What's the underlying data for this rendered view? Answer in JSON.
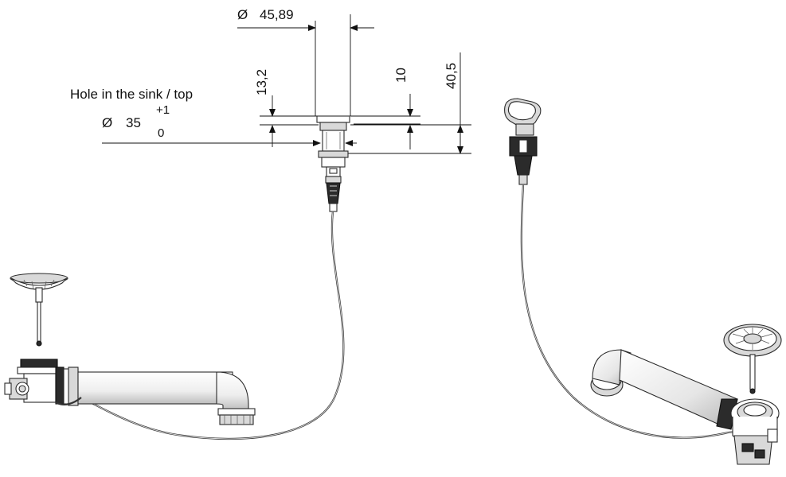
{
  "dimensions": {
    "diameter_symbol": "Ø",
    "top_diameter": "45,89",
    "height_13": "13,2",
    "height_10": "10",
    "height_40": "40,5",
    "hole_label": "Hole in the sink / top",
    "hole_diameter": "35",
    "tolerance_upper": "+1",
    "tolerance_lower": "0"
  }
}
